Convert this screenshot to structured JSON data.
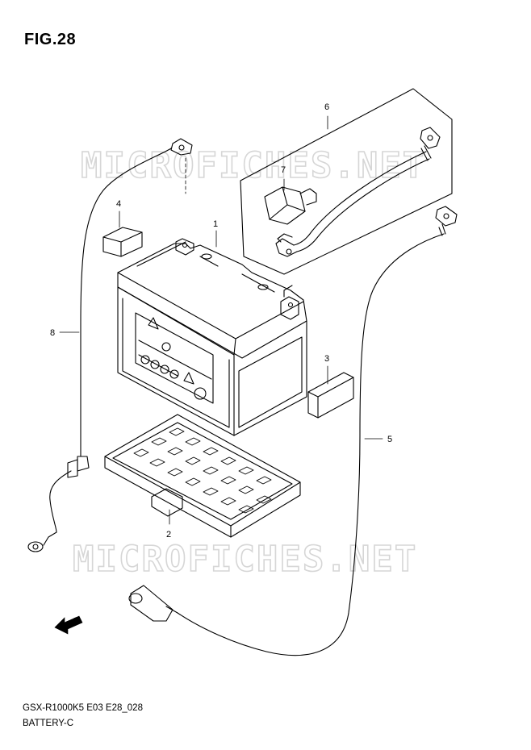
{
  "figure": {
    "title": "FIG.28",
    "model_code": "GSX-R1000K5 E03 E28_028",
    "name": "BATTERY-C"
  },
  "watermark": {
    "text": "MICROFICHES.NET",
    "color": "#d6d6d6"
  },
  "callouts": [
    "1",
    "2",
    "3",
    "4",
    "5",
    "6",
    "7",
    "8"
  ],
  "direction_indicator": {
    "label": "FWD"
  }
}
